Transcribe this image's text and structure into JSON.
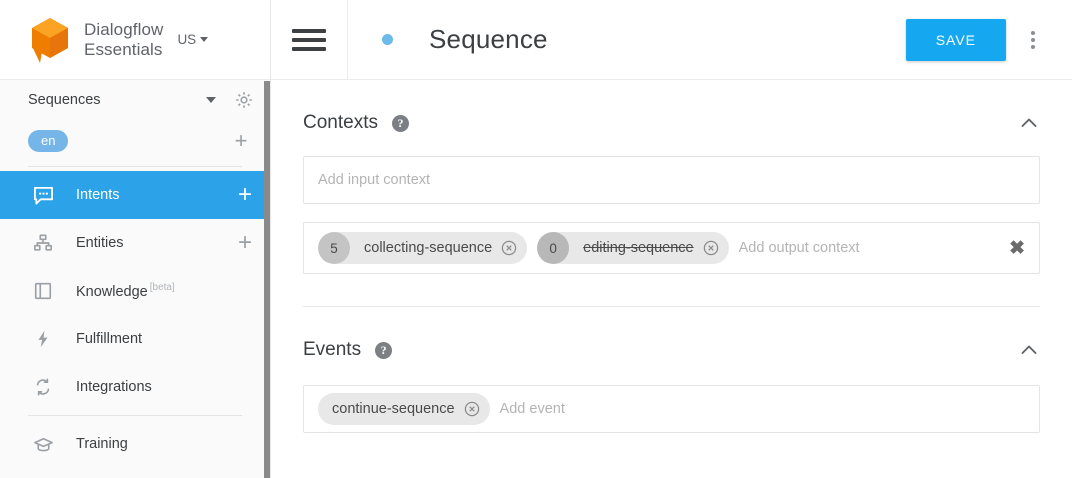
{
  "brand": {
    "logo_icon": "dialogflow-cube-logo",
    "name_line1": "Dialogflow",
    "name_line2": "Essentials",
    "region": "US"
  },
  "sidebar": {
    "agent": {
      "name": "Sequences",
      "dropdown_icon": "caret-down-icon",
      "settings_icon": "gear-icon"
    },
    "language": {
      "code": "en",
      "add_icon": "plus-icon"
    },
    "items": [
      {
        "label": "Intents",
        "icon": "speech-bubble-icon",
        "active": true,
        "add": true,
        "beta": ""
      },
      {
        "label": "Entities",
        "icon": "sitemap-icon",
        "active": false,
        "add": true,
        "beta": ""
      },
      {
        "label": "Knowledge",
        "icon": "book-icon",
        "active": false,
        "add": false,
        "beta": "[beta]"
      },
      {
        "label": "Fulfillment",
        "icon": "lightning-bolt-icon",
        "active": false,
        "add": false,
        "beta": ""
      },
      {
        "label": "Integrations",
        "icon": "sync-arrows-icon",
        "active": false,
        "add": false,
        "beta": ""
      },
      {
        "label": "Training",
        "icon": "graduation-cap-icon",
        "active": false,
        "add": false,
        "beta": ""
      }
    ]
  },
  "topbar": {
    "menu_icon": "hamburger-menu-icon",
    "status_dot": "enabled-status-dot",
    "title": "Sequence",
    "save_label": "SAVE",
    "overflow_icon": "kebab-menu-icon"
  },
  "contexts": {
    "title": "Contexts",
    "help_icon": "help-circle-icon",
    "collapse_icon": "chevron-up-icon",
    "input_placeholder": "Add input context",
    "output_placeholder": "Add output context",
    "clear_icon": "close-x-icon",
    "output_chips": [
      {
        "lifespan": "5",
        "name": "collecting-sequence",
        "struck": false,
        "remove_icon": "circle-x-icon"
      },
      {
        "lifespan": "0",
        "name": "editing-sequence",
        "struck": true,
        "remove_icon": "circle-x-icon"
      }
    ]
  },
  "events": {
    "title": "Events",
    "help_icon": "help-circle-icon",
    "collapse_icon": "chevron-up-icon",
    "placeholder": "Add event",
    "chips": [
      {
        "name": "continue-sequence",
        "remove_icon": "circle-x-icon"
      }
    ]
  },
  "colors": {
    "accent_blue": "#15a8f0",
    "nav_active_blue": "#2ca2e8",
    "lang_pill_blue": "#76b5e8",
    "logo_orange": "#f08a12",
    "text_dark": "#3c4043",
    "text_muted": "#9aa0a6"
  }
}
